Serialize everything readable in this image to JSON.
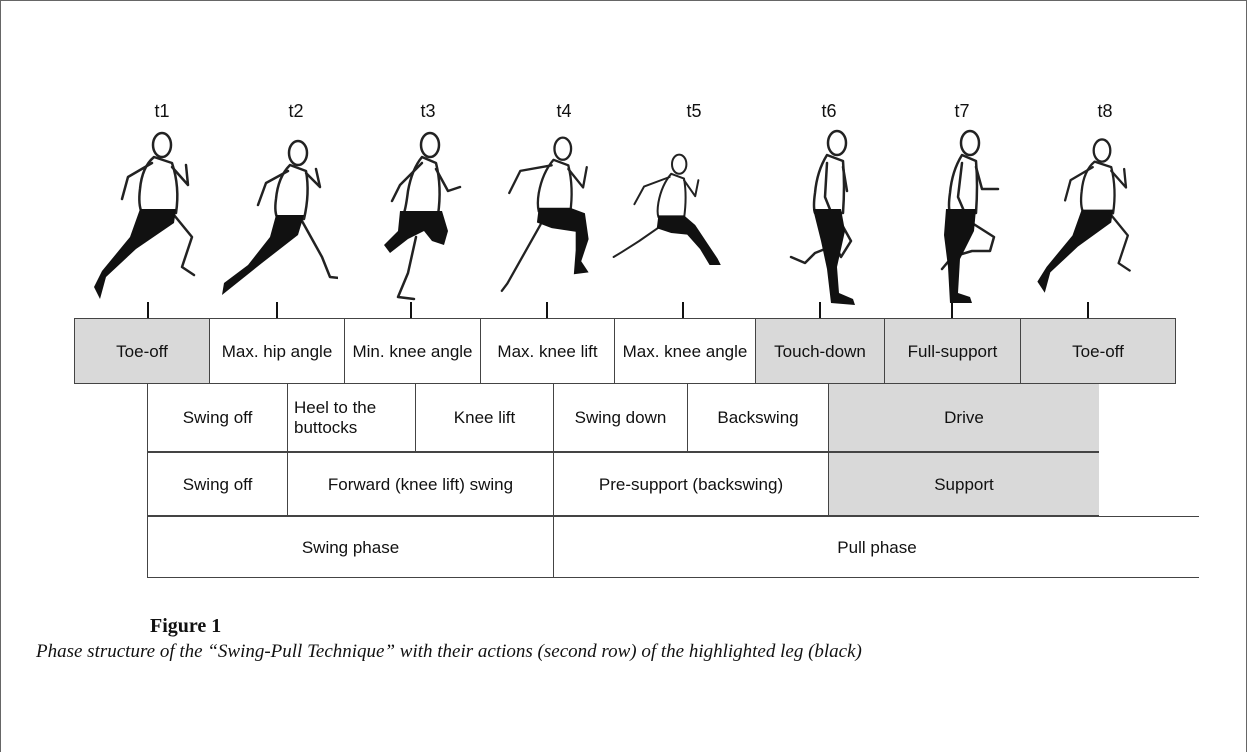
{
  "time_labels": [
    "t1",
    "t2",
    "t3",
    "t4",
    "t5",
    "t6",
    "t7",
    "t8"
  ],
  "events": [
    {
      "label": "Toe-off",
      "shaded": true
    },
    {
      "label": "Max. hip angle",
      "shaded": false
    },
    {
      "label": "Min. knee angle",
      "shaded": false
    },
    {
      "label": "Max. knee lift",
      "shaded": false
    },
    {
      "label": "Max. knee angle",
      "shaded": false
    },
    {
      "label": "Touch-down",
      "shaded": true
    },
    {
      "label": "Full-support",
      "shaded": true
    },
    {
      "label": "Toe-off",
      "shaded": true
    }
  ],
  "actions": {
    "swing_off": "Swing off",
    "heel_to_buttocks": "Heel to the buttocks",
    "knee_lift": "Knee lift",
    "swing_down": "Swing down",
    "backswing": "Backswing",
    "drive": "Drive"
  },
  "subphases": {
    "swing_off": "Swing off",
    "forward_swing": "Forward (knee lift) swing",
    "pre_support": "Pre-support (backswing)",
    "support": "Support"
  },
  "phases": {
    "swing": "Swing phase",
    "pull": "Pull phase"
  },
  "colors": {
    "shaded": "#d9d9d9",
    "highlighted_leg": "#111111",
    "outline": "#222222"
  },
  "caption": {
    "title": "Figure 1",
    "text": "Phase structure of the “Swing-Pull Technique” with their actions (second row) of the highlighted leg (black)"
  }
}
